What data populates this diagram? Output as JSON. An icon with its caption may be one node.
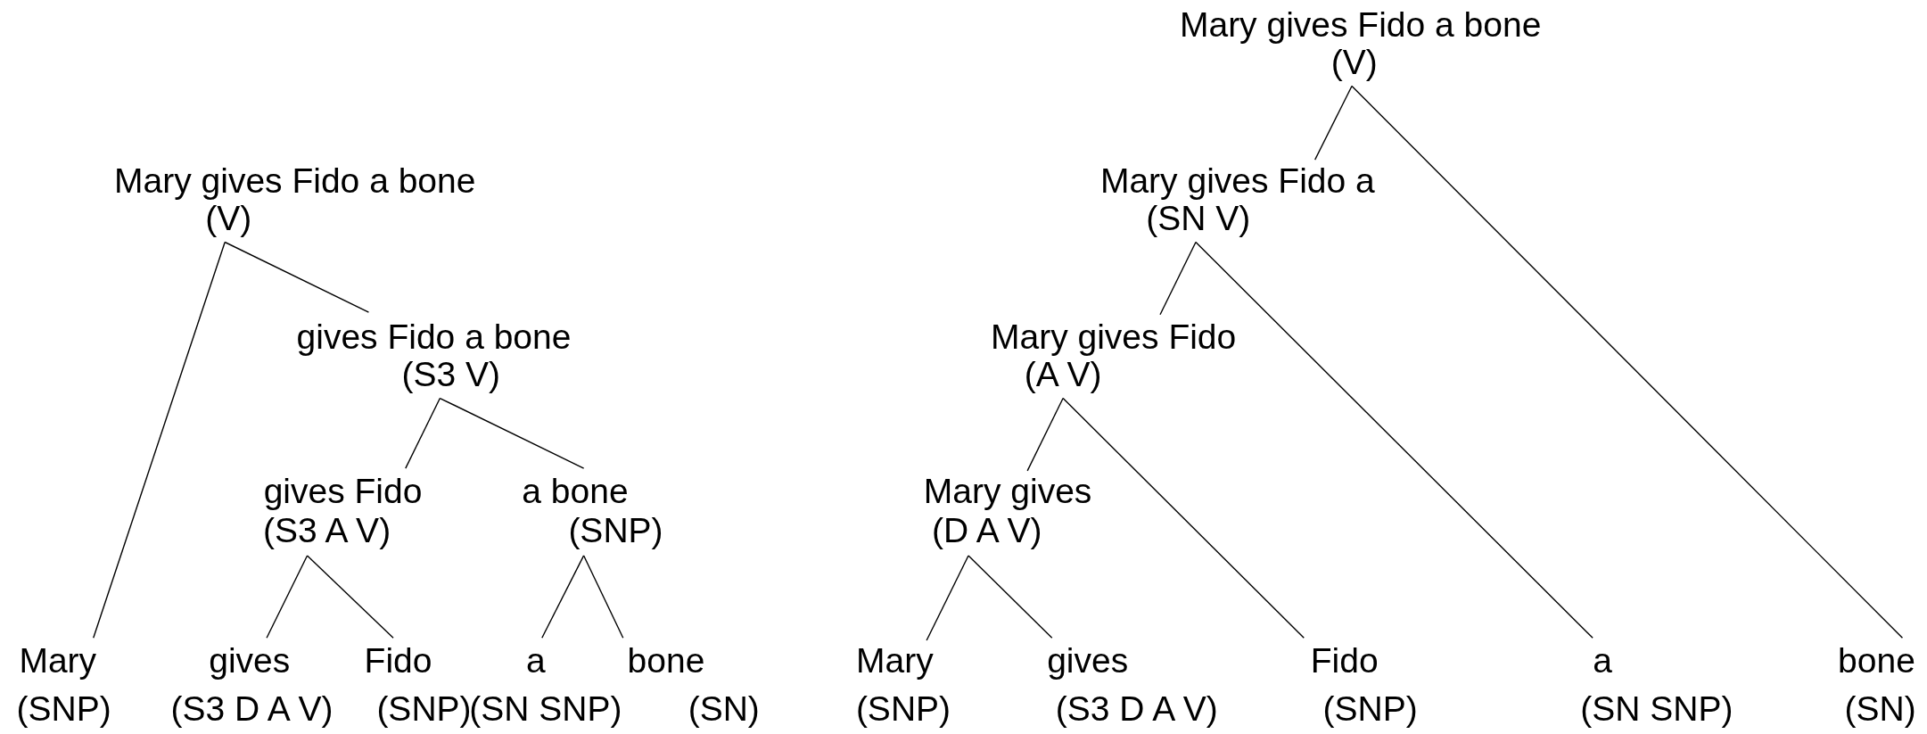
{
  "diagram": {
    "nodes": [
      {
        "text": [
          "Mary gives Fido a bone",
          "(V)"
        ]
      },
      {
        "text": [
          "Mary",
          "(SNP)"
        ]
      },
      {
        "text": [
          "gives Fido a bone",
          "(S3 V)"
        ]
      },
      {
        "text": [
          "gives Fido",
          "(S3 A V)"
        ]
      },
      {
        "text": [
          "a bone",
          "(SNP)"
        ]
      },
      {
        "text": [
          "gives",
          "(S3 D A V)"
        ]
      },
      {
        "text": [
          "Fido",
          "(SNP)"
        ]
      },
      {
        "text": [
          "a",
          "(SN SNP)"
        ]
      },
      {
        "text": [
          "bone",
          "(SN)"
        ]
      },
      {
        "text": [
          "Mary gives Fido a bone",
          "(V)"
        ]
      },
      {
        "text": [
          "Mary gives Fido a",
          "(SN V)"
        ]
      },
      {
        "text": [
          "Mary gives Fido",
          "(A V)"
        ]
      },
      {
        "text": [
          "Mary gives",
          "(D A V)"
        ]
      },
      {
        "text": [
          "Mary",
          "(SNP)"
        ]
      },
      {
        "text": [
          "gives",
          "(S3 D A V)"
        ]
      },
      {
        "text": [
          "Fido",
          "(SNP)"
        ]
      },
      {
        "text": [
          "a",
          "(SN SNP)"
        ]
      },
      {
        "text": [
          "bone",
          "(SN)"
        ]
      }
    ],
    "edges": [
      {
        "from": 0,
        "to": 1,
        "arrow": "none"
      },
      {
        "from": 0,
        "to": 2,
        "arrow": "none"
      },
      {
        "from": 2,
        "to": 3,
        "arrow": "none"
      },
      {
        "from": 2,
        "to": 4,
        "arrow": "none"
      },
      {
        "from": 3,
        "to": 5,
        "arrow": "none"
      },
      {
        "from": 3,
        "to": 6,
        "arrow": "none"
      },
      {
        "from": 4,
        "to": 7,
        "arrow": "none"
      },
      {
        "from": 4,
        "to": 8,
        "arrow": "none"
      },
      {
        "from": 9,
        "to": 10,
        "arrow": "none"
      },
      {
        "from": 9,
        "to": 17,
        "arrow": "none"
      },
      {
        "from": 10,
        "to": 11,
        "arrow": "none"
      },
      {
        "from": 10,
        "to": 16,
        "arrow": "none"
      },
      {
        "from": 11,
        "to": 12,
        "arrow": "none"
      },
      {
        "from": 11,
        "to": 15,
        "arrow": "none"
      },
      {
        "from": 12,
        "to": 13,
        "arrow": "none"
      },
      {
        "from": 12,
        "to": 14,
        "arrow": "none"
      }
    ]
  }
}
